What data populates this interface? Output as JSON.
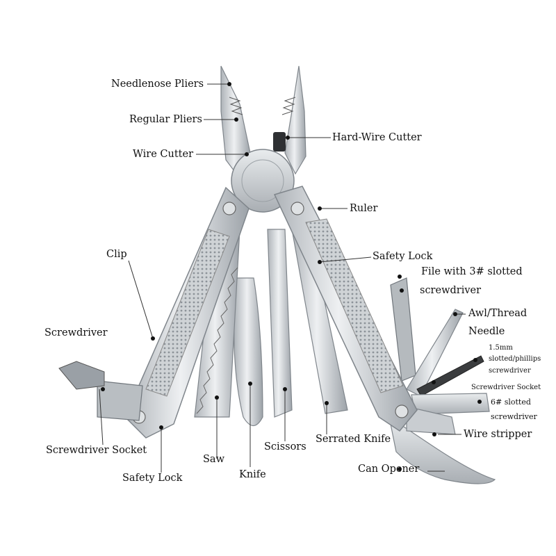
{
  "image": {
    "subject": "multi-tool with pliers head and fold-out tools",
    "colors": {
      "background": "#ffffff",
      "steel": "#c8ccd0",
      "steel_dark": "#8c9298",
      "steel_light": "#eef0f2",
      "leader": "#333333"
    }
  },
  "labels": {
    "needlenose_pliers": "Needlenose Pliers",
    "regular_pliers": "Regular Pliers",
    "wire_cutter": "Wire Cutter",
    "hard_wire_cutter": "Hard-Wire Cutter",
    "ruler": "Ruler",
    "clip": "Clip",
    "safety_lock_upper": "Safety Lock",
    "file_line1": "File with 3# slotted",
    "file_line2": "screwdriver",
    "awl_line1": "Awl/Thread",
    "awl_line2": "Needle",
    "phillips_line1": "1.5mm",
    "phillips_line2": "slotted/phillips",
    "phillips_line3": "screwdriver",
    "screwdriver": "Screwdriver",
    "screwdriver_socket_right": "Screwdriver Socket",
    "slotted6_line1": "6# slotted",
    "slotted6_line2": "screwdriver",
    "wire_stripper": "Wire stripper",
    "screwdriver_socket_left": "Screwdriver Socket",
    "serrated_knife": "Serrated Knife",
    "scissors": "Scissors",
    "saw": "Saw",
    "knife": "Knife",
    "safety_lock_lower": "Safety Lock",
    "can_opener": "Can Opener"
  }
}
